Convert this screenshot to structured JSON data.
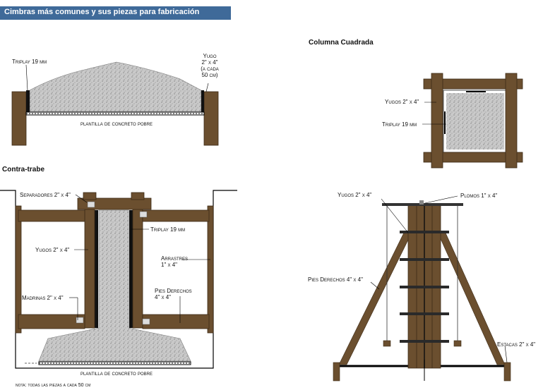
{
  "header": {
    "title": "Cimbras más comunes y sus piezas para fabricación"
  },
  "fig1": {
    "triplay": "Triplay 19 mm",
    "yugo": [
      "Yugo",
      "2\" x 4\"",
      "(a cada",
      "50 cm)"
    ],
    "plantilla": "plantilla de concreto pobre"
  },
  "fig2": {
    "title": "Columna Cuadrada",
    "yugos": "Yugos 2\" x 4\"",
    "triplay": "Triplay 19 mm"
  },
  "fig3": {
    "title": "Contra-trabe",
    "separadores": "Separadores 2\" x 4\"",
    "triplay": "Triplay 19 mm",
    "yugos": "Yugos 2\" x 4\"",
    "arrastres": [
      "Arrastres",
      "1\" x 4\""
    ],
    "madrinas": "Madrinas 2\" x 4\"",
    "pies": [
      "Pies Derechos",
      "4\" x 4\""
    ],
    "plantilla": "plantilla de concreto pobre",
    "nota": "nota: todas las piezas a cada 50 cm"
  },
  "fig4": {
    "yugos": "Yugos 2\" x 4\"",
    "plomos": "Plomos 1\" x 4\"",
    "pies": "Pies Derechos 4\" x 4\"",
    "estacas": "Estacas 2\" x 4\""
  }
}
